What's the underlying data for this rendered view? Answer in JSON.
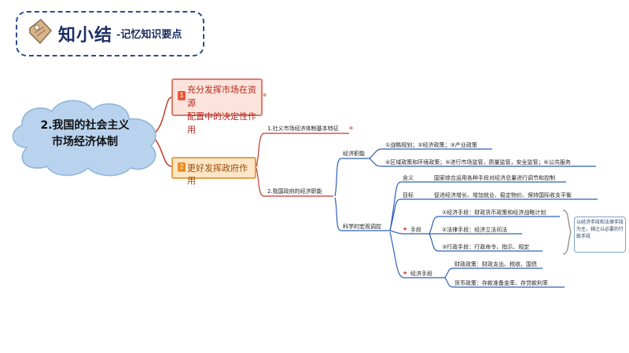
{
  "header": {
    "title": "知小结",
    "subtitle": "-记忆知识要点"
  },
  "root": {
    "line1": "2.我国的社会主义",
    "line2": "市场经济体制"
  },
  "branch1": {
    "number": "1",
    "line1": "充分发挥市场在资源",
    "line2": "配置中的决定性作用"
  },
  "branch2": {
    "number": "2",
    "label": "更好发挥政府作用"
  },
  "node_1_1": "1.社义市场经济体制基本特征",
  "node_2_2": "2.我国政府的经济职能",
  "jingji_zhineng": {
    "label": "经济职能",
    "items": [
      "①战略规划；②经济政策；③产业政策",
      "④区域政策和环境政策；⑤进行市场监管，质量监管，安全监管；⑥公共服务"
    ]
  },
  "macro": {
    "label": "科学的宏观调控",
    "meaning_label": "含义",
    "meaning_text": "国家综合运用各种手段对经济总量进行调节和控制",
    "goal_label": "目标",
    "goal_text": "促进经济增长、增加就业、稳定物价、保持国际收支平衡",
    "means_label": "手段",
    "means_items": [
      "①经济手段：财政货币政策和经济战略计划",
      "②法律手段：经济立法司法",
      "③行政手段：行政命令、指示、规定"
    ],
    "econ_means_label": "经济手段",
    "econ_items": [
      "财政政策：财政支出、税收、国债",
      "货币政策：存款准备金率、存贷款利率"
    ],
    "note": "以经济手段和法律手段为主，辅之以必要的行政手段"
  },
  "colors": {
    "line_blue": "#2e5fb8",
    "line_red": "#c0392b",
    "cloud": "#b9d3ee"
  }
}
